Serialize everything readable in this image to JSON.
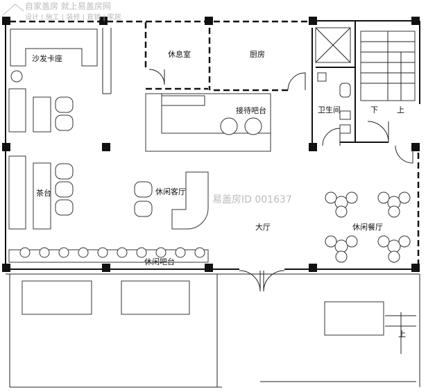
{
  "watermark": {
    "line1": "自家盖房 就上易盖房网",
    "line2": "设计 | 施工 | 装修 | 直销 | 家居",
    "id_text": "易盖房ID 001637"
  },
  "rooms": {
    "sofa_booth": "沙发卡座",
    "lounge": "休息室",
    "kitchen": "厨房",
    "reception_bar": "接待吧台",
    "restroom": "卫生间",
    "stair_down": "下",
    "stair_up": "上",
    "tea_table": "茶台",
    "leisure_living": "休闲客厅",
    "hall": "大厅",
    "leisure_dining": "休闲餐厅",
    "leisure_bar": "休闲吧台",
    "stair_up_lower": "上"
  }
}
